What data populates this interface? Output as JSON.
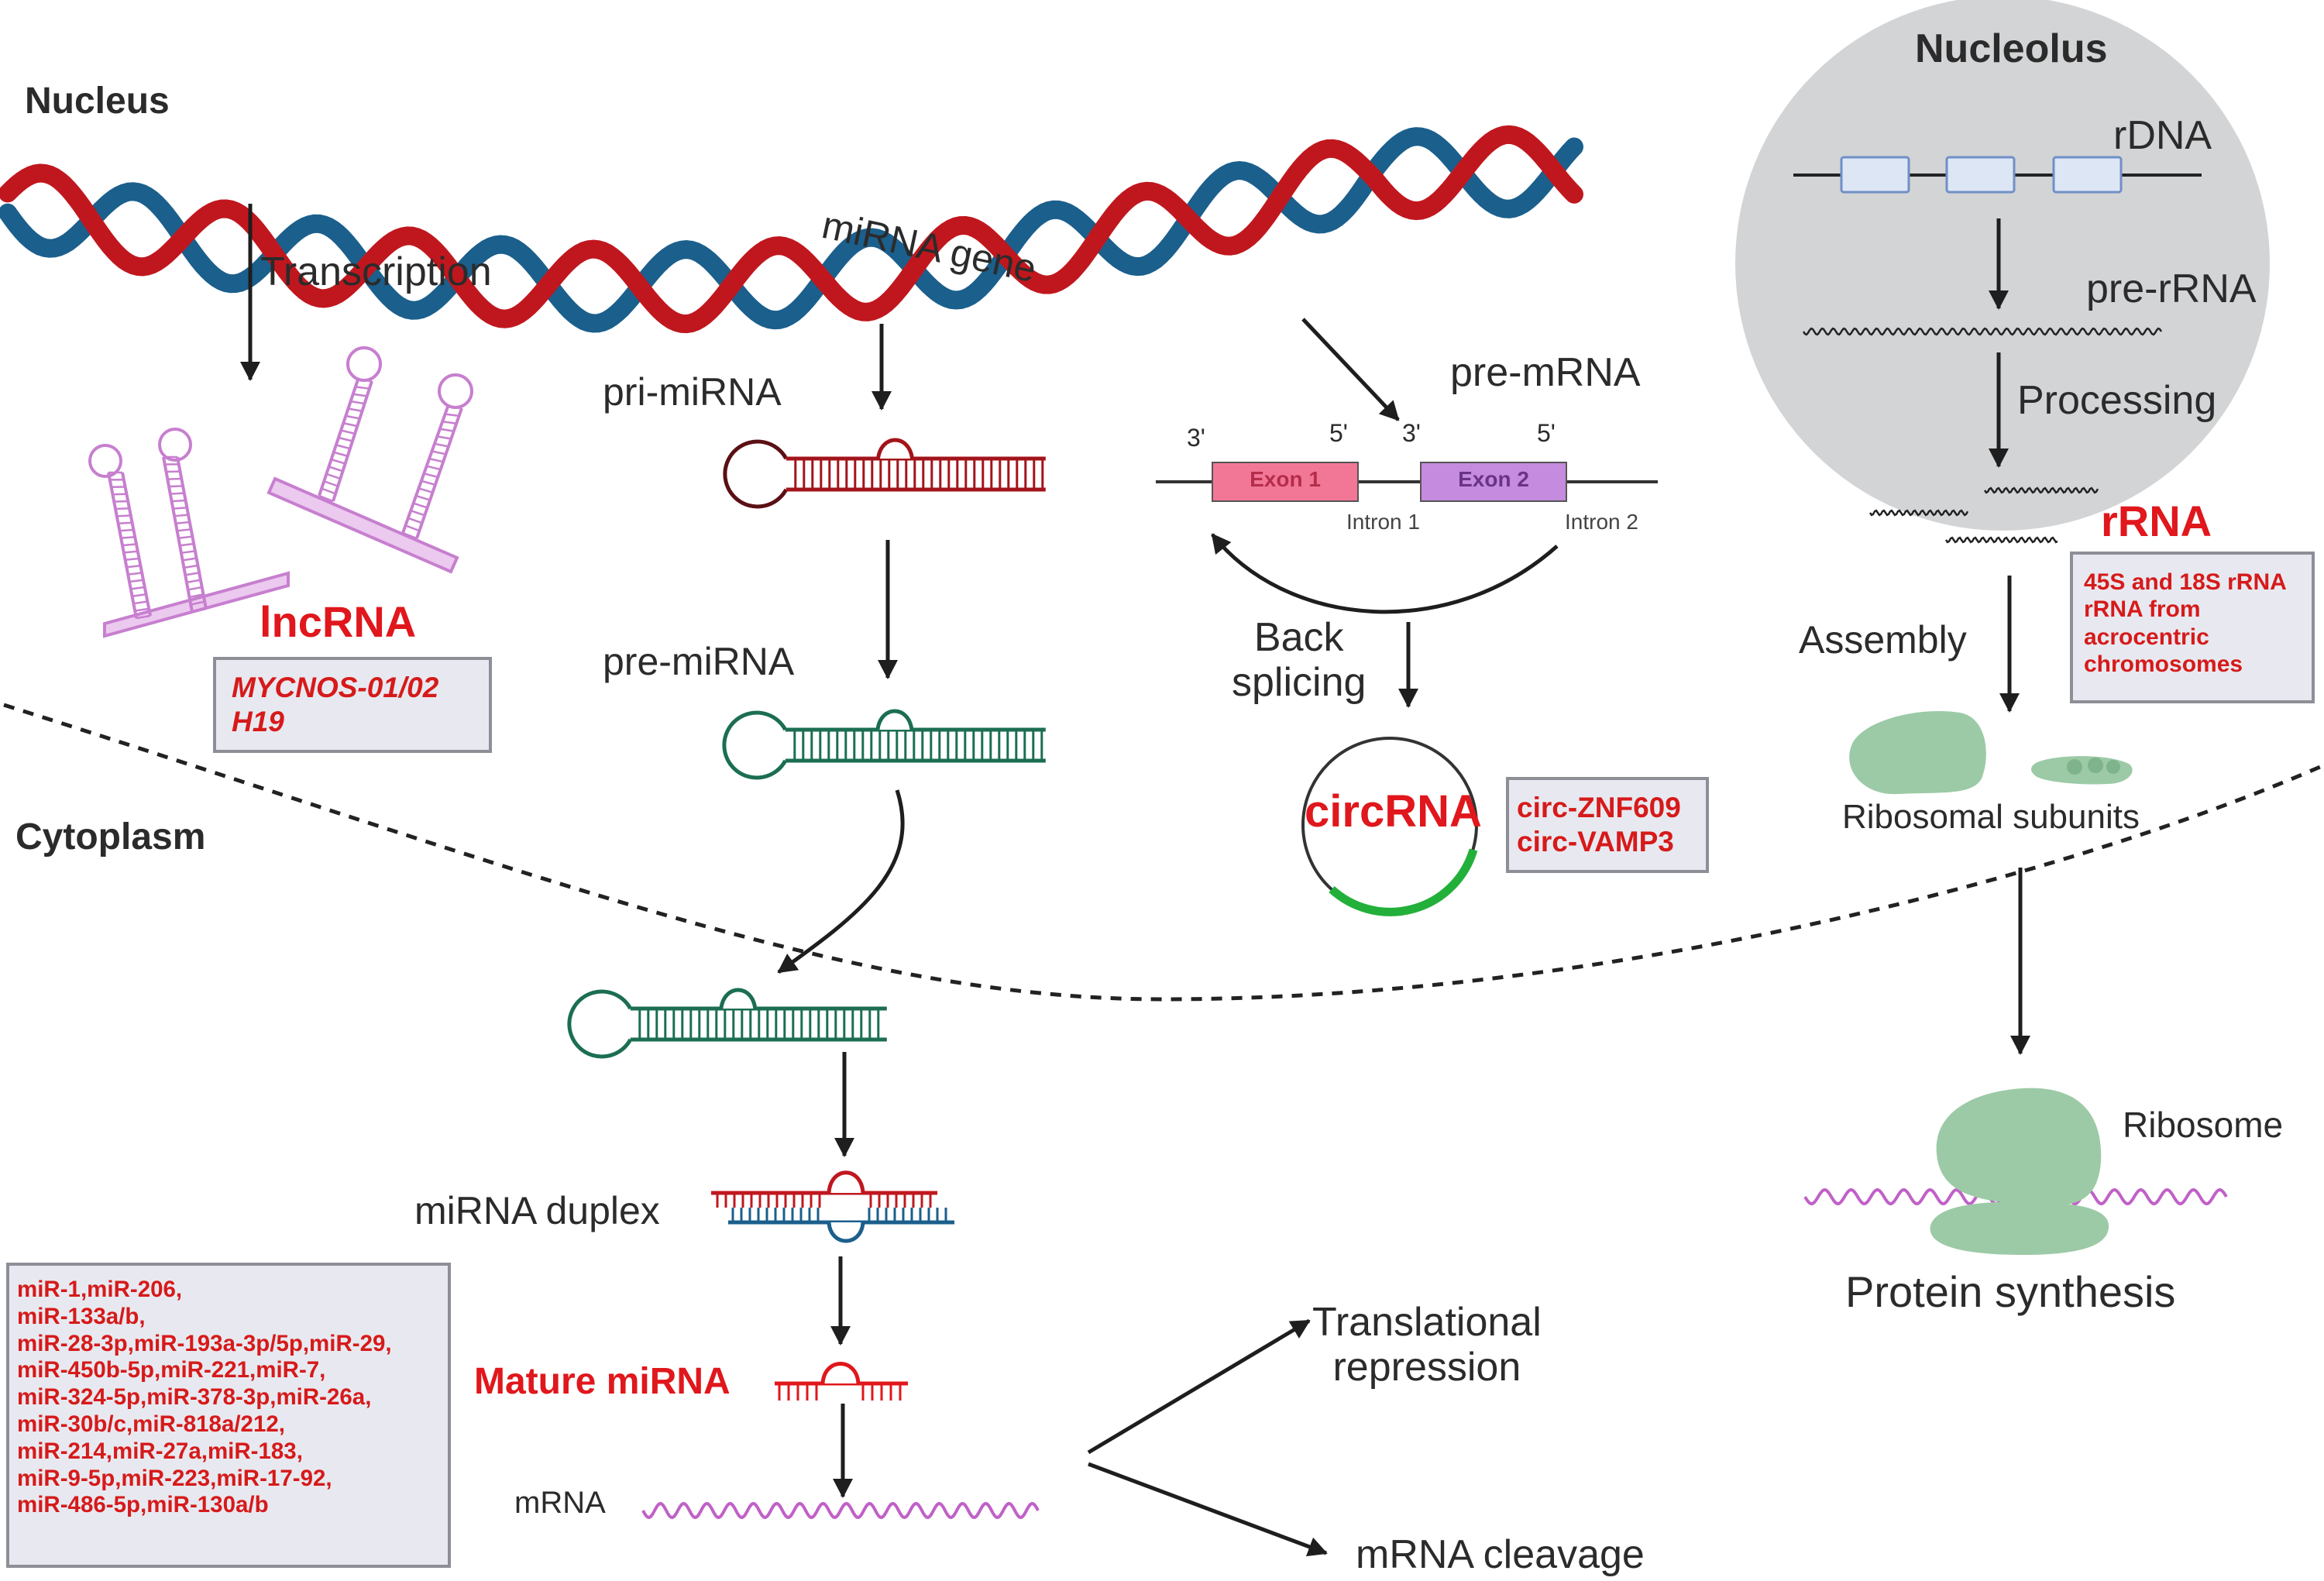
{
  "compartments": {
    "nucleus": "Nucleus",
    "cytoplasm": "Cytoplasm",
    "nucleolus": "Nucleolus"
  },
  "lncrna": {
    "step": "Transcription",
    "title": "lncRNA",
    "examples": "MYCNOS-01/02\nH19"
  },
  "mirna": {
    "gene": "miRNA gene",
    "pri": "pri-miRNA",
    "pre": "pre-miRNA",
    "duplex": "miRNA duplex",
    "mature": "Mature miRNA",
    "mrna": "mRNA",
    "outcome_1": "Translational\nrepression",
    "outcome_2": "mRNA cleavage",
    "examples": "miR-1,miR-206,\nmiR-133a/b,\nmiR-28-3p,miR-193a-3p/5p,miR-29,\nmiR-450b-5p,miR-221,miR-7,\nmiR-324-5p,miR-378-3p,miR-26a,\nmiR-30b/c,miR-818a/212,\nmiR-214,miR-27a,miR-183,\nmiR-9-5p,miR-223,miR-17-92,\nmiR-486-5p,miR-130a/b"
  },
  "circrna": {
    "pre_mrna": "pre-mRNA",
    "end_3a": "3'",
    "end_5a": "5'",
    "end_3b": "3'",
    "end_5b": "5'",
    "exon_1": "Exon 1",
    "exon_2": "Exon 2",
    "intron_1": "Intron 1",
    "intron_2": "Intron 2",
    "step": "Back\nsplicing",
    "title": "circRNA",
    "examples": "circ-ZNF609\ncirc-VAMP3"
  },
  "rrna": {
    "rdna": "rDNA",
    "pre_rrna": "pre-rRNA",
    "processing": "Processing",
    "title": "rRNA",
    "examples": "45S and 18S rRNA\nrRNA from\nacrocentric\nchromosomes",
    "assembly": "Assembly",
    "subunits": "Ribosomal subunits",
    "ribosome": "Ribosome",
    "protein_synthesis": "Protein synthesis"
  },
  "colors": {
    "dna_red": "#c0171e",
    "dna_blue": "#1b5f8c",
    "lncrna_purple": "#c77fcf",
    "pri_mirna": "#a3141b",
    "pre_mirna_green": "#1b6e52",
    "highlight_red": "#e0171c",
    "circ_green": "#22b03a",
    "exon_1": "#f27796",
    "exon_2": "#c58bde",
    "ribosome_green": "#9ccaa6",
    "nucleolus_gray": "#d3d4d6",
    "mrna_purple": "#c061c7"
  }
}
